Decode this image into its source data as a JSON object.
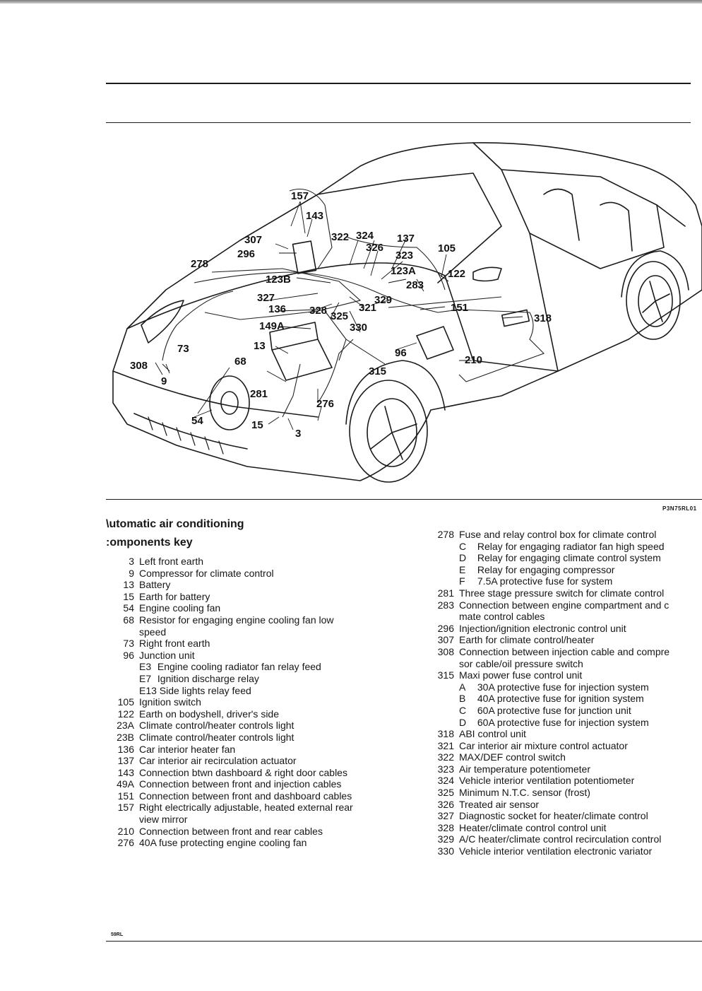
{
  "figure": {
    "reference": "P3N75RL01",
    "callouts": [
      "157",
      "143",
      "307",
      "296",
      "322",
      "324",
      "137",
      "326",
      "105",
      "323",
      "278",
      "123A",
      "122",
      "123B",
      "283",
      "327",
      "329",
      "136",
      "328",
      "325",
      "321",
      "151",
      "318",
      "149A",
      "330",
      "13",
      "96",
      "73",
      "68",
      "210",
      "308",
      "9",
      "315",
      "281",
      "276",
      "54",
      "15",
      "3"
    ]
  },
  "heading": {
    "line1": "\\utomatic air conditioning",
    "line2": ":omponents key"
  },
  "key_left": [
    {
      "num": "3",
      "text": "Left front earth"
    },
    {
      "num": "9",
      "text": "Compressor for climate control"
    },
    {
      "num": "13",
      "text": "Battery"
    },
    {
      "num": "15",
      "text": "Earth for battery"
    },
    {
      "num": "54",
      "text": "Engine cooling fan"
    },
    {
      "num": "68",
      "text": "Resistor for engaging engine cooling fan low",
      "cont": "speed"
    },
    {
      "num": "73",
      "text": "Right front earth"
    },
    {
      "num": "96",
      "text": "Junction unit",
      "subs": [
        {
          "code": "E3",
          "text": "Engine cooling radiator fan relay feed"
        },
        {
          "code": "E7",
          "text": "Ignition discharge relay"
        },
        {
          "code": "E13",
          "text": "Side lights relay feed"
        }
      ]
    },
    {
      "num": "105",
      "text": "Ignition switch"
    },
    {
      "num": "122",
      "text": "Earth on bodyshell, driver's side"
    },
    {
      "num": "23A",
      "text": "Climate control/heater controls light"
    },
    {
      "num": "23B",
      "text": "Climate control/heater controls light"
    },
    {
      "num": "136",
      "text": "Car interior heater fan"
    },
    {
      "num": "137",
      "text": "Car interior air recirculation actuator"
    },
    {
      "num": "143",
      "text": "Connection btwn dashboard & right door cables"
    },
    {
      "num": "49A",
      "text": "Connection between front and injection cables"
    },
    {
      "num": "151",
      "text": "Connection between front and dashboard cables"
    },
    {
      "num": "157",
      "text": "Right electrically adjustable, heated external rear",
      "cont": "view mirror"
    },
    {
      "num": "210",
      "text": "Connection between front and rear cables"
    },
    {
      "num": "276",
      "text": "40A fuse protecting engine cooling fan"
    }
  ],
  "key_right": [
    {
      "num": "278",
      "text": "Fuse and relay control box for climate control",
      "subs": [
        {
          "code": "C",
          "text": "Relay for engaging radiator fan high speed"
        },
        {
          "code": "D",
          "text": "Relay for engaging climate control system"
        },
        {
          "code": "E",
          "text": "Relay for engaging compressor"
        },
        {
          "code": "F",
          "text": "7.5A protective fuse for system"
        }
      ]
    },
    {
      "num": "281",
      "text": "Three stage pressure switch for climate control"
    },
    {
      "num": "283",
      "text": "Connection between engine compartment and c",
      "cont": "mate control cables"
    },
    {
      "num": "296",
      "text": "Injection/ignition electronic control unit"
    },
    {
      "num": "307",
      "text": "Earth for climate control/heater"
    },
    {
      "num": "308",
      "text": "Connection between injection cable and compre",
      "cont": "sor cable/oil pressure switch"
    },
    {
      "num": "315",
      "text": "Maxi power fuse control unit",
      "subs": [
        {
          "code": "A",
          "text": "30A protective fuse for injection system"
        },
        {
          "code": "B",
          "text": "40A protective fuse for ignition system"
        },
        {
          "code": "C",
          "text": "60A protective fuse for junction unit"
        },
        {
          "code": "D",
          "text": "60A protective fuse for injection system"
        }
      ]
    },
    {
      "num": "318",
      "text": "ABI control unit"
    },
    {
      "num": "321",
      "text": "Car interior air mixture control actuator"
    },
    {
      "num": "322",
      "text": "MAX/DEF control switch"
    },
    {
      "num": "323",
      "text": "Air temperature potentiometer"
    },
    {
      "num": "324",
      "text": "Vehicle interior ventilation potentiometer"
    },
    {
      "num": "325",
      "text": "Minimum N.T.C. sensor (frost)"
    },
    {
      "num": "326",
      "text": "Treated air sensor"
    },
    {
      "num": "327",
      "text": "Diagnostic socket for heater/climate control"
    },
    {
      "num": "328",
      "text": "Heater/climate control control unit"
    },
    {
      "num": "329",
      "text": "A/C heater/climate control recirculation control"
    },
    {
      "num": "330",
      "text": "Vehicle interior ventilation electronic variator"
    }
  ],
  "footer": {
    "code": "59RL"
  }
}
